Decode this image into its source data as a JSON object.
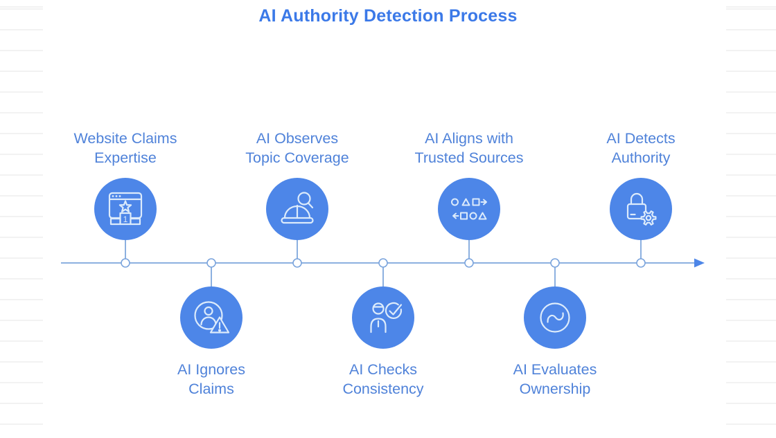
{
  "title": "AI Authority Detection Process",
  "colors": {
    "title_text": "#3b79e8",
    "label_text": "#4f82d9",
    "bubble_fill": "#4d86e8",
    "icon_stroke": "#dcebfb",
    "timeline_line": "#8cb0e0",
    "node_fill": "#ffffff",
    "node_stroke": "#79a3dc",
    "background": "#ffffff"
  },
  "timeline": {
    "direction": "left-to-right",
    "node_count": 7,
    "arrow": "right"
  },
  "steps": [
    {
      "label": "Website Claims Expertise",
      "lines": [
        "Website Claims",
        "Expertise"
      ],
      "icon": "browser-star-podium-icon",
      "position": "above"
    },
    {
      "label": "AI Ignores Claims",
      "lines": [
        "AI Ignores",
        "Claims"
      ],
      "icon": "person-warning-icon",
      "position": "below"
    },
    {
      "label": "AI Observes Topic Coverage",
      "lines": [
        "AI Observes",
        "Topic Coverage"
      ],
      "icon": "hardhat-magnifier-icon",
      "position": "above"
    },
    {
      "label": "AI Checks Consistency",
      "lines": [
        "AI Checks",
        "Consistency"
      ],
      "icon": "person-checkmark-icon",
      "position": "below"
    },
    {
      "label": "AI Aligns with Trusted Sources",
      "lines": [
        "AI Aligns with",
        "Trusted Sources"
      ],
      "icon": "shapes-sequence-icon",
      "position": "above"
    },
    {
      "label": "AI Evaluates Ownership",
      "lines": [
        "AI Evaluates",
        "Ownership"
      ],
      "icon": "sync-circle-icon",
      "position": "below"
    },
    {
      "label": "AI Detects Authority",
      "lines": [
        "AI Detects",
        "Authority"
      ],
      "icon": "lock-gear-icon",
      "position": "above"
    }
  ]
}
